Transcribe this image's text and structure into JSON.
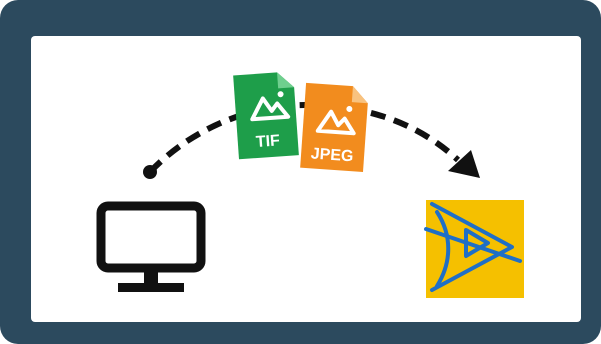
{
  "diagram": {
    "source": {
      "icon": "computer-monitor-icon"
    },
    "target": {
      "icon": "yellow-app-logo-icon"
    },
    "transfer_arrow": {
      "icon": "dashed-curved-arrow-icon",
      "style": "dashed"
    },
    "files": [
      {
        "label": "TIF",
        "icon": "image-file-icon",
        "color": "#1e9e4a"
      },
      {
        "label": "JPEG",
        "icon": "image-file-icon",
        "color": "#f28c1e"
      }
    ],
    "colors": {
      "frame": "#2c4a5e",
      "panel": "#ffffff",
      "logo_background": "#f5c000",
      "logo_mark": "#1f6fc6"
    }
  }
}
